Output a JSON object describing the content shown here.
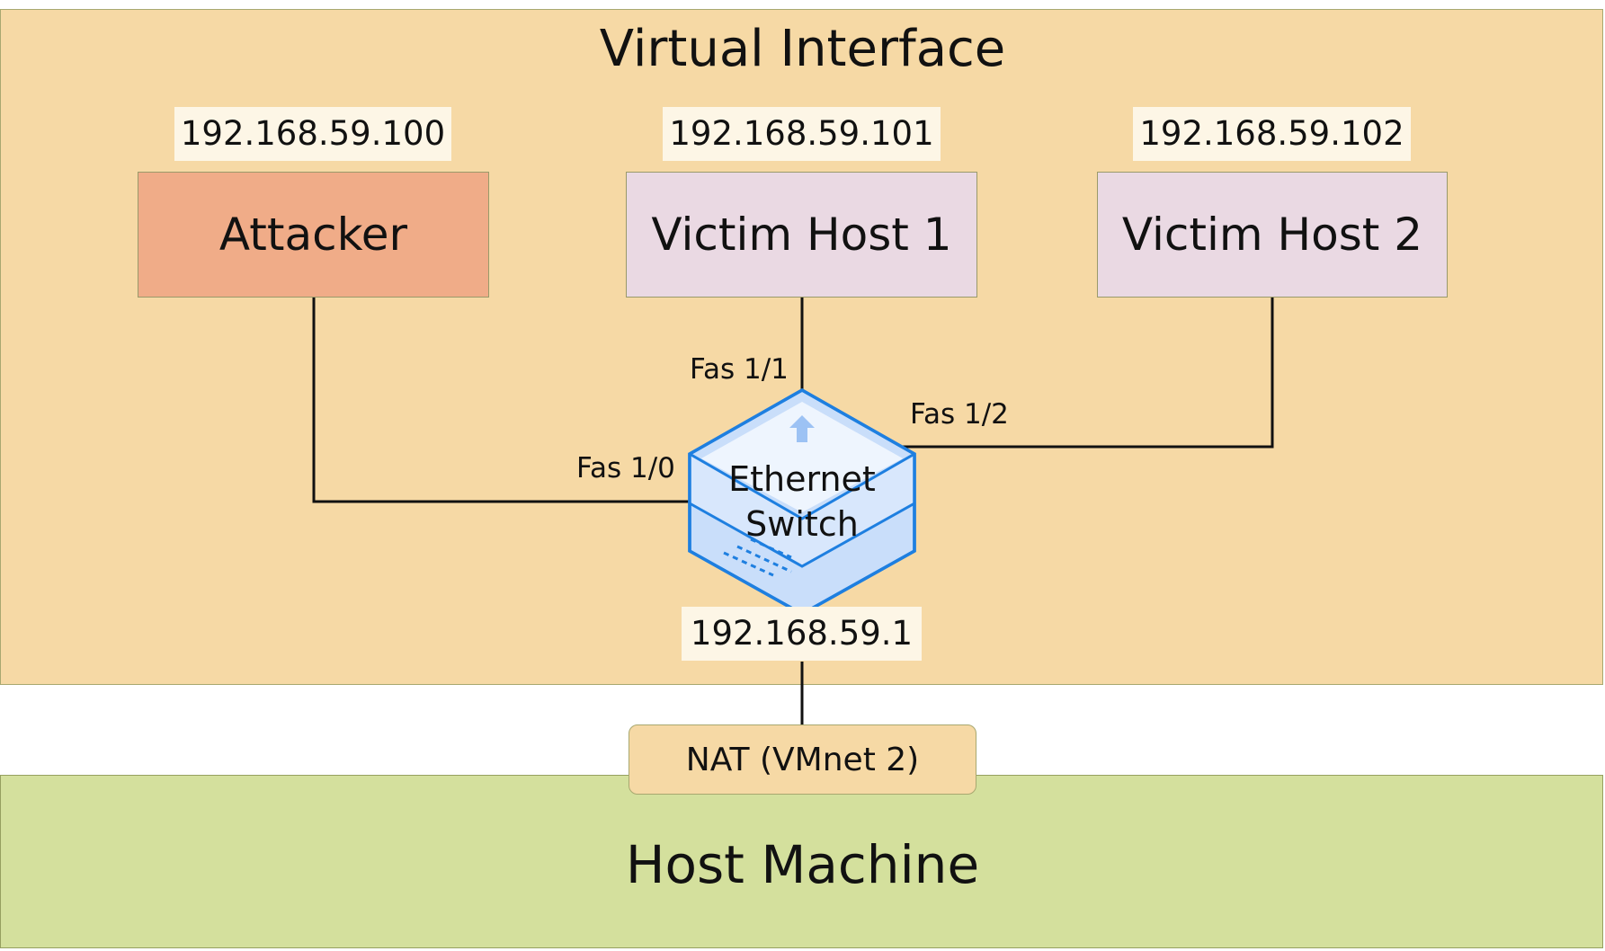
{
  "zones": {
    "virtual_title": "Virtual Interface",
    "host_title": "Host Machine"
  },
  "nodes": {
    "attacker": {
      "label": "Attacker",
      "ip": "192.168.59.100"
    },
    "victim1": {
      "label": "Victim Host 1",
      "ip": "192.168.59.101"
    },
    "victim2": {
      "label": "Victim Host 2",
      "ip": "192.168.59.102"
    }
  },
  "switch": {
    "line1": "Ethernet",
    "line2": "Switch",
    "ip": "192.168.59.1",
    "icon": "ethernet-switch-icon"
  },
  "ports": {
    "p0": "Fas 1/0",
    "p1": "Fas 1/1",
    "p2": "Fas 1/2"
  },
  "nat": {
    "label": "NAT (VMnet 2)"
  },
  "colors": {
    "virtual_zone": "#f6d9a5",
    "host_zone": "#d4e09d",
    "attacker": "#f0ac88",
    "victim": "#ead9e3",
    "switch": "#1e7fe0"
  }
}
